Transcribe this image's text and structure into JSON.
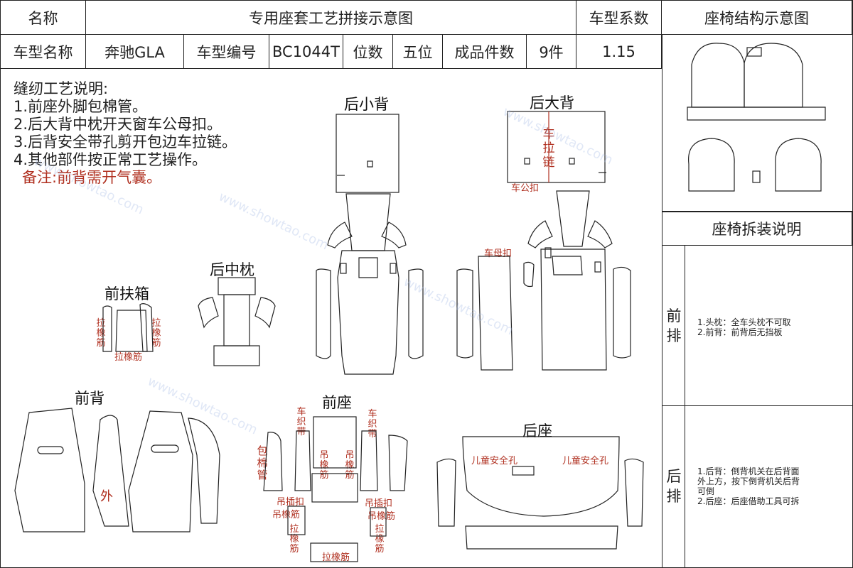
{
  "header": {
    "name_label": "名称",
    "title": "专用座套工艺拼接示意图",
    "coef_label": "车型系数",
    "structure_title": "座椅结构示意图"
  },
  "info": {
    "model_name_label": "车型名称",
    "model_name": "奔驰GLA",
    "model_no_label": "车型编号",
    "model_no": "BC1044T",
    "seats_label": "位数",
    "seats": "五位",
    "pieces_label": "成品件数",
    "pieces": "9件",
    "coef": "1.15"
  },
  "notes": {
    "title": "缝纫工艺说明:",
    "items": [
      "1.前座外脚包棉管。",
      "2.后大背中枕开天窗车公母扣。",
      "3.后背安全带孔剪开包边车拉链。",
      "4.其他部件按正常工艺操作。"
    ],
    "remark": "备注:前背需开气囊。"
  },
  "parts": {
    "rear_small_back": "后小背",
    "rear_big_back": "后大背",
    "rear_headrest": "后中枕",
    "front_armrest": "前扶箱",
    "front_back": "前背",
    "front_seat": "前座",
    "rear_seat": "后座"
  },
  "annotations": {
    "zipper": "车拉链",
    "snap": "车公扣",
    "snap_female": "车母扣",
    "elastic": "拉橡筋",
    "outer": "外",
    "seatbelt": "车织带",
    "hang_elastic": "吊橡筋",
    "hang_clip": "吊插扣",
    "cotton_tube": "包棉管",
    "child_safety_1": "儿童安全孔",
    "child_safety_2": "儿童安全孔",
    "bottom_label": "拉橡筋"
  },
  "disassembly": {
    "title": "座椅拆装说明",
    "front_row_label": "前排",
    "front_row_text": [
      "1.头枕：全车头枕不可取",
      "2.前背：前背后无挡板"
    ],
    "rear_row_label": "后排",
    "rear_row_text": [
      "1.后背：倒背机关在后背面",
      "外上方，按下倒背机关后背",
      "可倒",
      "2.后座：后座借助工具可拆"
    ]
  },
  "watermark": "www.showtao.com"
}
